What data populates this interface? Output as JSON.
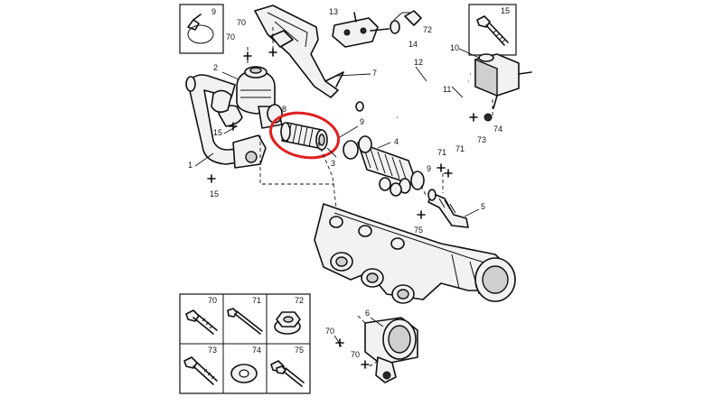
{
  "callouts": {
    "c9": "9",
    "c70a": "70",
    "c70b": "70",
    "c13": "13",
    "c14": "14",
    "c72": "72",
    "c15a": "15",
    "c2": "2",
    "c7": "7",
    "c12": "12",
    "c10": "10",
    "c11": "11",
    "c9b": "9",
    "c73": "73",
    "c74": "74",
    "c15b": "15",
    "c1": "1",
    "c15c": "15",
    "c8": "8",
    "c3": "3",
    "c4": "4",
    "c71a": "71",
    "c71b": "71",
    "c9c": "9",
    "c75": "75",
    "c5": "5",
    "c6": "6",
    "c70c": "70",
    "c70d": "70"
  },
  "legend": {
    "cells": [
      {
        "label": "70",
        "icon": "flange-bolt"
      },
      {
        "label": "71",
        "icon": "long-bolt"
      },
      {
        "label": "72",
        "icon": "flange-nut"
      },
      {
        "label": "73",
        "icon": "hex-bolt"
      },
      {
        "label": "74",
        "icon": "washer"
      },
      {
        "label": "75",
        "icon": "stud-bolt"
      }
    ]
  },
  "insets": {
    "clip_label": "9",
    "bolt_label": "15"
  },
  "highlight": {
    "color": "#e02020",
    "target": "hose-8"
  },
  "colors": {
    "line": "#111111",
    "fill": "#f2f2f2",
    "shade": "#cfcfcf"
  }
}
